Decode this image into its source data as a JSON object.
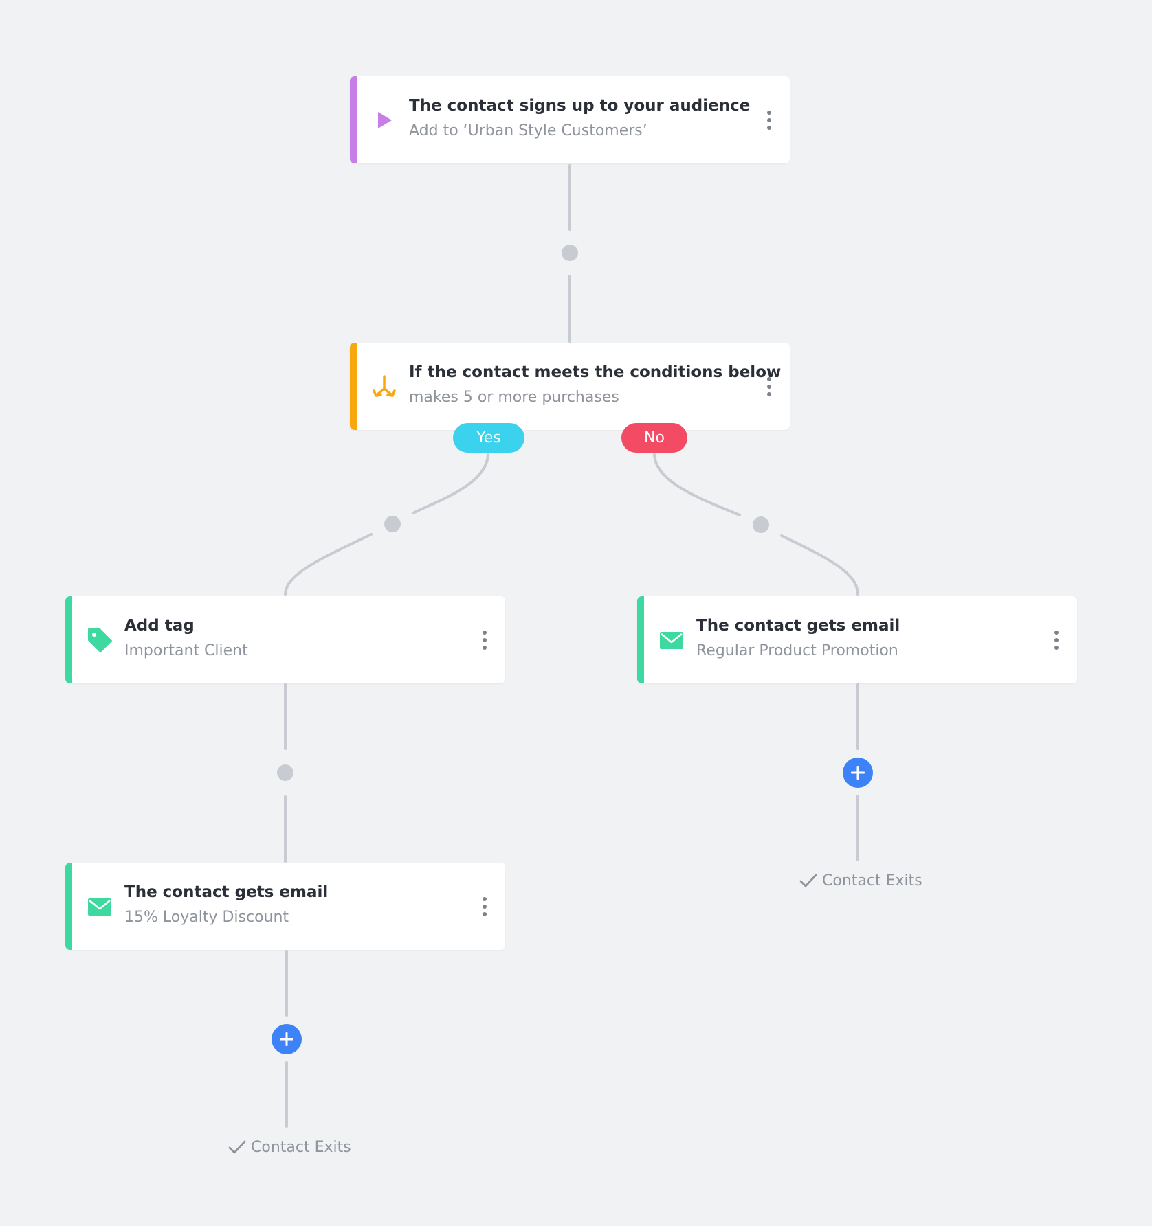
{
  "colors": {
    "background": "#f1f2f4",
    "trigger_accent": "#c77ee6",
    "condition_accent": "#f8a80e",
    "action_accent": "#3dd9a0",
    "yes": "#3ad2ec",
    "no": "#f24b63",
    "add_button": "#3d82f7",
    "connector": "#c8ccd2"
  },
  "trigger": {
    "icon": "play-icon",
    "title": "The contact signs up to your audience",
    "subtitle": "Add to ‘Urban Style Customers’"
  },
  "condition": {
    "icon": "split-arrows-icon",
    "title": "If the contact meets the conditions below",
    "subtitle": "makes 5 or more purchases",
    "yes_label": "Yes",
    "no_label": "No"
  },
  "yes_branch": {
    "tag_step": {
      "icon": "tag-icon",
      "title": "Add tag",
      "subtitle": "Important Client"
    },
    "email_step": {
      "icon": "envelope-icon",
      "title": "The contact gets email",
      "subtitle": "15% Loyalty Discount"
    },
    "exit_label": "Contact Exits"
  },
  "no_branch": {
    "email_step": {
      "icon": "envelope-icon",
      "title": "The contact gets email",
      "subtitle": "Regular Product Promotion"
    },
    "exit_label": "Contact Exits"
  }
}
